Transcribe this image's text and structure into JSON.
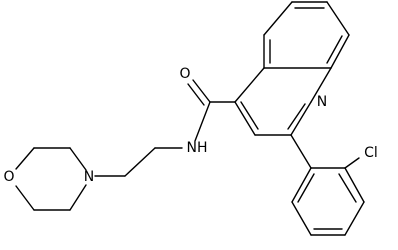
{
  "molecule": {
    "atom_labels": {
      "carbonyl_oxygen": "O",
      "amide_nh": "NH",
      "quinoline_nitrogen": "N",
      "morpholine_nitrogen": "N",
      "morpholine_oxygen": "O",
      "chlorine": "Cl"
    }
  }
}
